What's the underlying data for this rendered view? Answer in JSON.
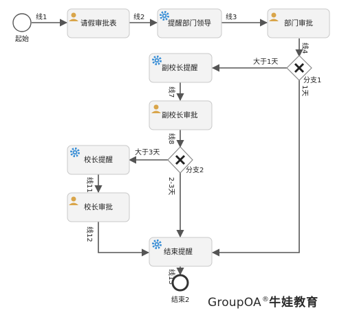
{
  "colors": {
    "box_fill": "#f3f3f3",
    "box_stroke": "#c8c8c8",
    "arrow": "#555555",
    "text": "#222222",
    "user_icon": "#d9a54a",
    "gear_icon": "#3b8fd6"
  },
  "nodes": {
    "start": {
      "label": "起始"
    },
    "leave_form": {
      "label": "请假审批表",
      "icon": "user-icon"
    },
    "dept_notify": {
      "label": "提醒部门领导",
      "icon": "gear-icon"
    },
    "dept_approve": {
      "label": "部门审批",
      "icon": "user-icon"
    },
    "branch1": {
      "label": "分支1"
    },
    "vp_notify": {
      "label": "副校长提醒",
      "icon": "gear-icon"
    },
    "vp_approve": {
      "label": "副校长审批",
      "icon": "user-icon"
    },
    "branch2": {
      "label": "分支2"
    },
    "president_notify": {
      "label": "校长提醒",
      "icon": "gear-icon"
    },
    "president_approve": {
      "label": "校长审批",
      "icon": "user-icon"
    },
    "end_notify": {
      "label": "结束提醒",
      "icon": "gear-icon"
    },
    "end": {
      "label": "结束2"
    }
  },
  "edges": {
    "line1": "线1",
    "line2": "线2",
    "line3": "线3",
    "line4": "线4",
    "gt1day": "大于1天",
    "line7": "线7",
    "one_day": "1天",
    "line8": "线8",
    "gt3days": "大于3天",
    "two_three_days": "2-3天",
    "line11": "线11",
    "line12": "线12",
    "line13": "线13"
  },
  "brand": {
    "name": "GroupOA",
    "mark": "®",
    "cn": "牛娃教育"
  }
}
